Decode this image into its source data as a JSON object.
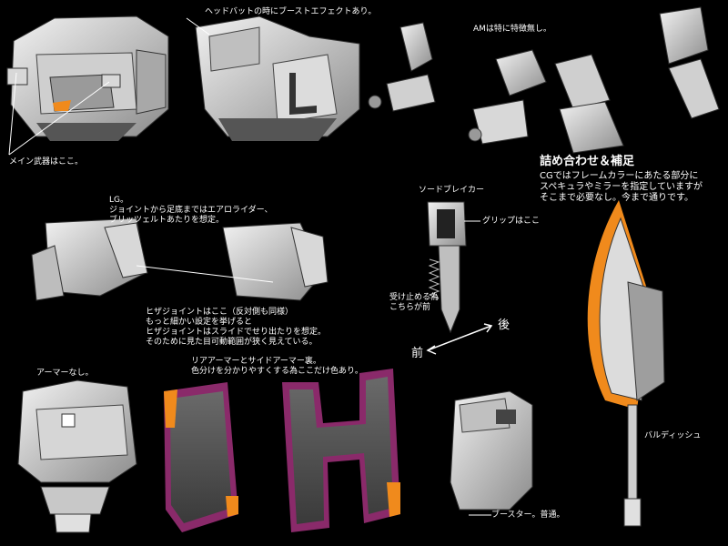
{
  "labels": {
    "headbutt_note": "ヘッドバットの時にブーストエフェクトあり。",
    "am_note": "AMは特に特徴無し。",
    "main_weapon": "メイン武器はここ。",
    "lg_title": "LG。",
    "lg_line1": "ジョイントから足底まではエアロライダー、",
    "lg_line2": "ブリッツェルトあたりを想定。",
    "knee_line1": "ヒザジョイントはここ（反対側も同様）",
    "knee_line2": "もっと細かい設定を挙げると",
    "knee_line3": "ヒザジョイントはスライドでせり出たりを想定。",
    "knee_line4": "そのために見た目可動範囲が狭く見えている。",
    "sword_breaker": "ソードブレイカー",
    "grip": "グリップはここ",
    "receive_line1": "受け止める為",
    "receive_line2": "こちらが前",
    "back": "後",
    "front": "前",
    "supplement_title": "詰め合わせ＆補足",
    "supplement_line1": "CGではフレームカラーにあたる部分に",
    "supplement_line2": "スペキュラやミラーを指定していますが",
    "supplement_line3": "そこまで必要なし。今まで通りです。",
    "no_armor": "アーマーなし。",
    "rear_line1": "リアアーマーとサイドアーマー裏。",
    "rear_line2": "色分けを分かりやすくする為ここだけ色あり。",
    "booster": "ブースター。普通。",
    "bardiche": "バルディッシュ"
  },
  "colors": {
    "background": "#000000",
    "armor_light": "#e6e6e6",
    "armor_mid": "#bdbdbd",
    "armor_dark": "#5a5a5a",
    "accent_orange": "#f08a1c",
    "accent_purple": "#8a2a6a"
  }
}
